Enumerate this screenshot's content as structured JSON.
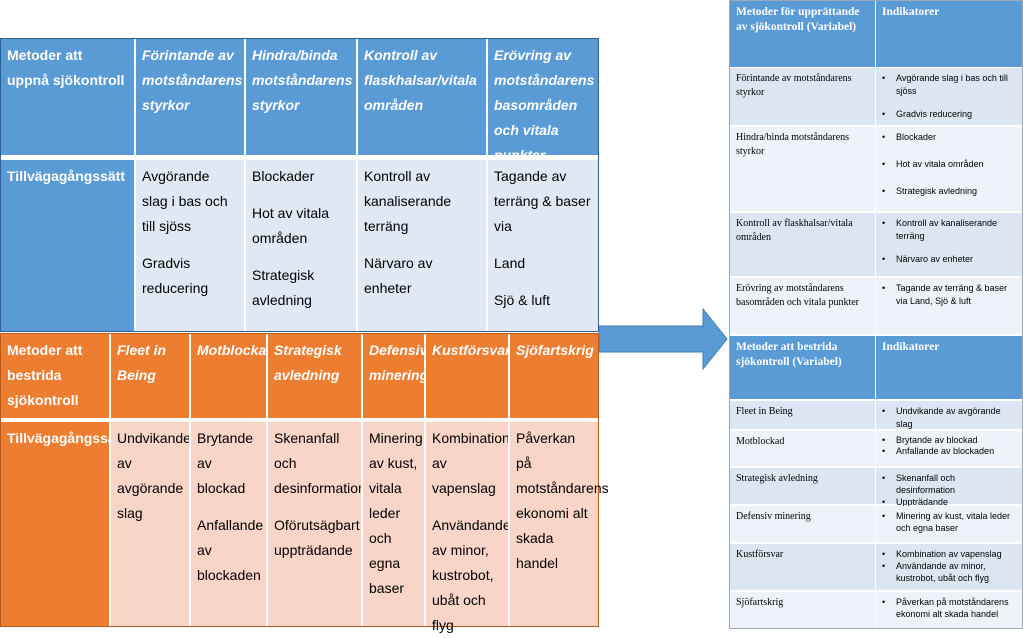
{
  "top_table": {
    "header": [
      "Metoder att uppnå sjökontroll",
      "Förintande av motståndarens styrkor",
      "Hindra/binda motståndarens styrkor",
      "Kontroll av flaskhalsar/vitala områden",
      "Erövring av motståndarens basområden och vitala punkter"
    ],
    "row_label": "Tillvägagångssätt",
    "cells": [
      [
        "Avgörande slag i bas och till sjöss",
        "Gradvis reducering"
      ],
      [
        "Blockader",
        "Hot av vitala områden",
        "Strategisk avledning"
      ],
      [
        "Kontroll av kanaliserande terräng",
        "Närvaro av enheter"
      ],
      [
        "Tagande av terräng & baser via",
        "Land",
        "Sjö & luft"
      ]
    ]
  },
  "bottom_table": {
    "header": [
      "Metoder att bestrida sjökontroll",
      "Fleet in Being",
      "Motblockad",
      "Strategisk avledning",
      "Defensiv minering",
      "Kustförsvar",
      "Sjöfartskrig"
    ],
    "row_label": "Tillvägagångssätt",
    "cells": [
      [
        "Undvikande av avgörande slag"
      ],
      [
        "Brytande av blockad",
        "Anfallande av blockaden"
      ],
      [
        "Skenanfall och desinformation",
        "Oförutsägbart uppträdande"
      ],
      [
        "Minering av kust, vitala leder och egna baser"
      ],
      [
        "Kombination av vapenslag",
        "Användande av minor, kustrobot, ubåt och flyg"
      ],
      [
        "Påverkan på motståndarens ekonomi alt skada handel"
      ]
    ]
  },
  "right_top": {
    "header": [
      "Metoder för upprättande av sjökontroll (Variabel)",
      "Indikatorer"
    ],
    "rows": [
      {
        "label": "Förintande av motståndarens styrkor",
        "items": [
          "Avgörande slag i bas och till sjöss",
          "Gradvis reducering"
        ]
      },
      {
        "label": "Hindra/binda motståndarens styrkor",
        "items": [
          "Blockader",
          "Hot av vitala områden",
          "Strategisk avledning"
        ]
      },
      {
        "label": "Kontroll av flaskhalsar/vitala områden",
        "items": [
          "Kontroll av kanaliserande terräng",
          "Närvaro av enheter"
        ]
      },
      {
        "label": "Erövring av motståndarens basområden och vitala punkter",
        "items": [
          "Tagande av terräng & baser via Land, Sjö & luft"
        ]
      }
    ]
  },
  "right_bottom": {
    "header": [
      "Metoder att bestrida sjökontroll (Variabel)",
      "Indikatorer"
    ],
    "rows": [
      {
        "label": "Fleet in Being",
        "items": [
          "Undvikande av avgörande slag"
        ]
      },
      {
        "label": "Motblockad",
        "items": [
          "Brytande av blockad",
          "Anfallande av blockaden"
        ]
      },
      {
        "label": "Strategisk avledning",
        "items": [
          "Skenanfall och desinformation",
          "Uppträdande"
        ]
      },
      {
        "label": "Defensiv minering",
        "items": [
          "Minering av kust, vitala leder och egna baser"
        ]
      },
      {
        "label": "Kustförsvar",
        "items": [
          "Kombination av vapenslag",
          "Användande av minor, kustrobot, ubåt och flyg"
        ]
      },
      {
        "label": "Sjöfartskrig",
        "items": [
          "Påverkan på motståndarens ekonomi alt skada handel"
        ]
      }
    ]
  },
  "colors": {
    "blue_header": "#5b9bd5",
    "blue_row": "#dfe8f4",
    "orange_header": "#ed7d31",
    "orange_row": "#f8d5c6",
    "right_header": "#5b9bd5",
    "right_row_a": "#dce6f2",
    "right_row_b": "#eef3f9",
    "arrow": "#5b9bd5"
  }
}
